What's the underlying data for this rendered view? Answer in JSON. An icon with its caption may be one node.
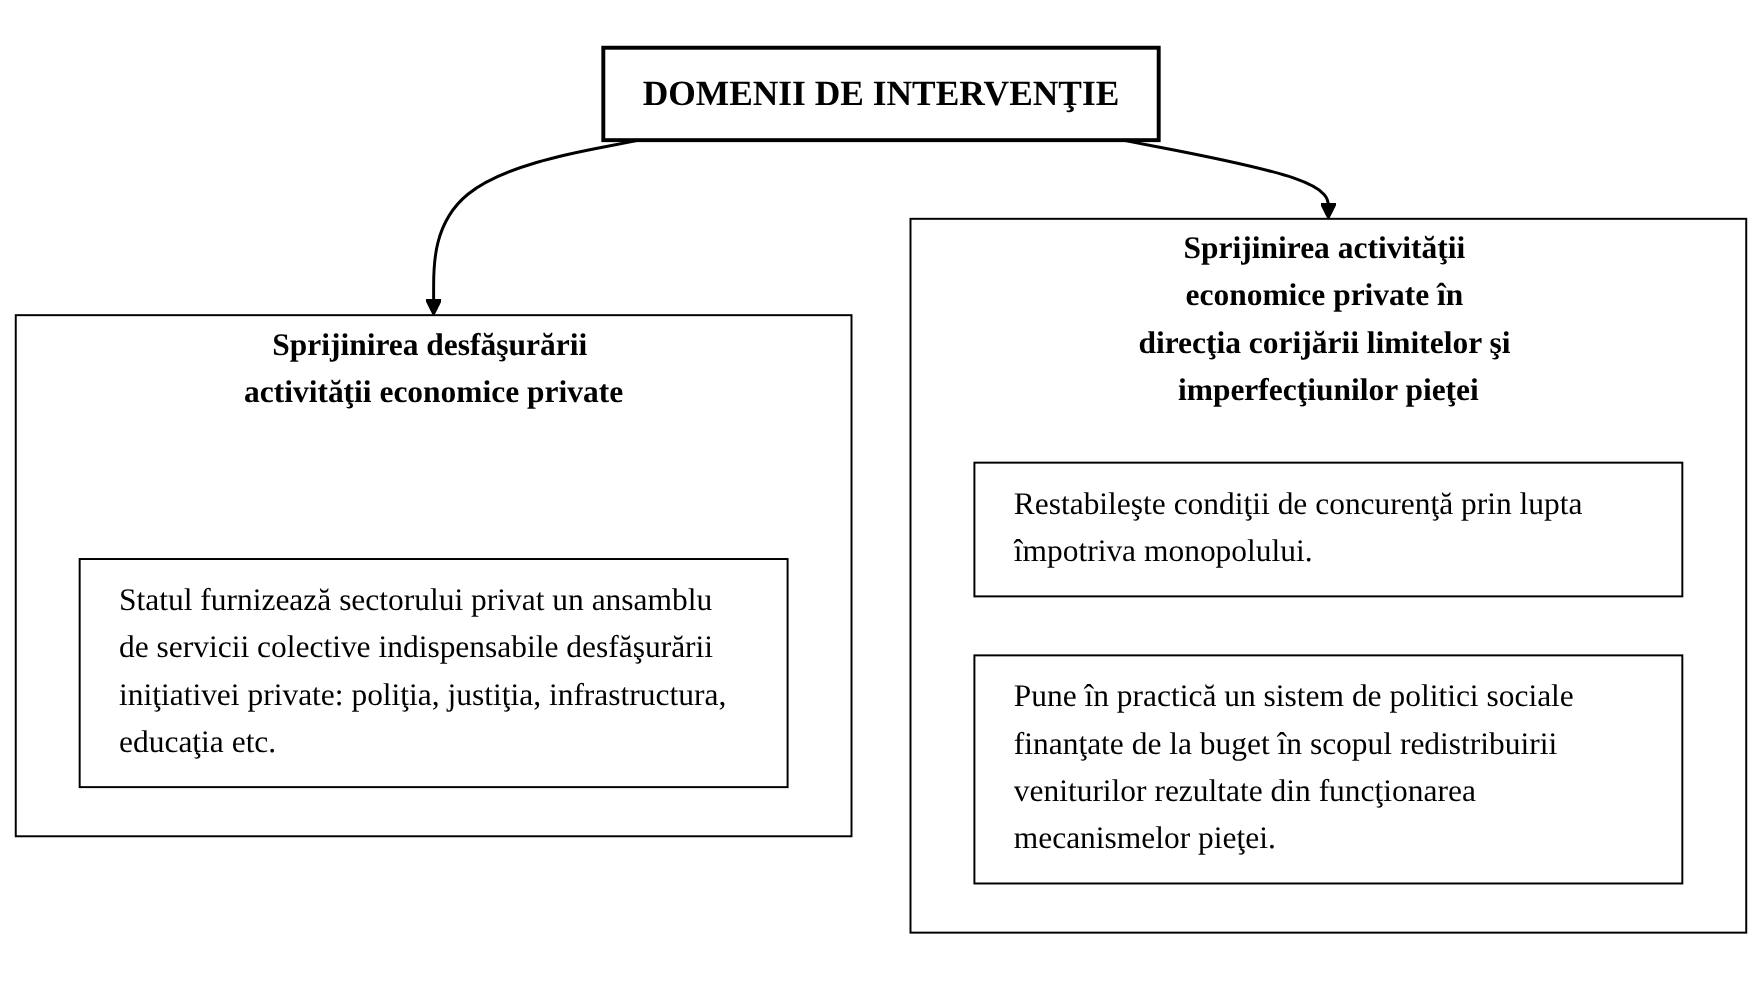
{
  "diagram": {
    "nodes": [
      {
        "text": [
          "DOMENII DE INTERVENŢIE"
        ]
      },
      {
        "text": [
          "Sprijinirea desfăşurării activităţii economice private"
        ]
      },
      {
        "text": [
          "Statul furnizează sectorului privat un ansamblu de servicii colective indispensabile desfăşurării iniţiativei private: poliţia, justiţia, infrastructura, educaţia etc."
        ],
        "in": 1
      },
      {
        "text": [
          "Sprijinirea activităţii economice private în direcţia corijării limitelor şi imperfecţiunilor pieţei"
        ]
      },
      {
        "text": [
          "Restabileşte condiţii de concurenţă prin lupta împotriva monopolului."
        ],
        "in": 3
      },
      {
        "text": [
          "Pune în practică un sistem de politici sociale finanţate de la buget în scopul redistribuirii veniturilor rezultate din funcţionarea mecanismelor pieţei."
        ],
        "in": 3
      }
    ],
    "edges": [
      {
        "from": 0,
        "to": 1,
        "arrow": "to"
      },
      {
        "from": 0,
        "to": 3,
        "arrow": "to"
      }
    ]
  }
}
